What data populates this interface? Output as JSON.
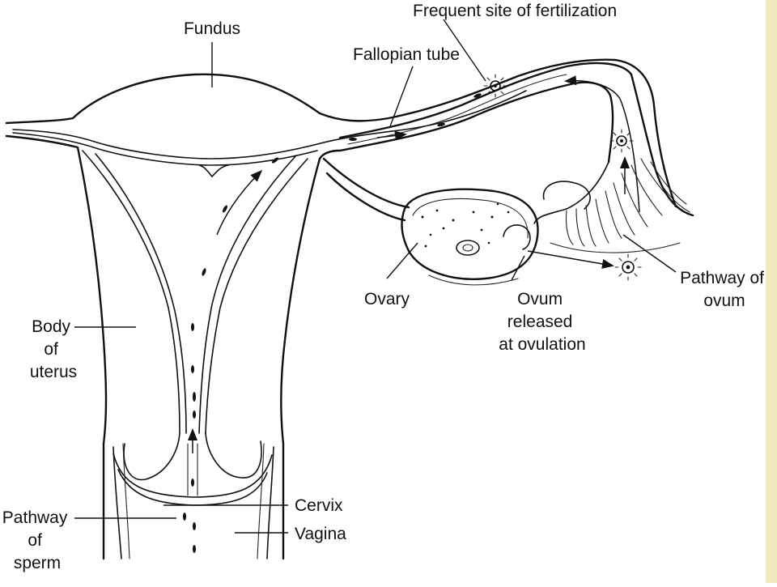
{
  "labels": {
    "fundus": "Fundus",
    "fertilization_site": "Frequent site of fertilization",
    "fallopian_tube": "Fallopian tube",
    "ovary": "Ovary",
    "ovum_released": [
      "Ovum",
      "released",
      "at ovulation"
    ],
    "pathway_ovum": [
      "Pathway of",
      "ovum"
    ],
    "body_uterus": [
      "Body",
      "of",
      "uterus"
    ],
    "cervix": "Cervix",
    "vagina": "Vagina",
    "pathway_sperm": [
      "Pathway",
      "of",
      "sperm"
    ]
  },
  "colors": {
    "line": "#111111",
    "background": "#ffffff",
    "side_strip": "#f2e8bd"
  }
}
